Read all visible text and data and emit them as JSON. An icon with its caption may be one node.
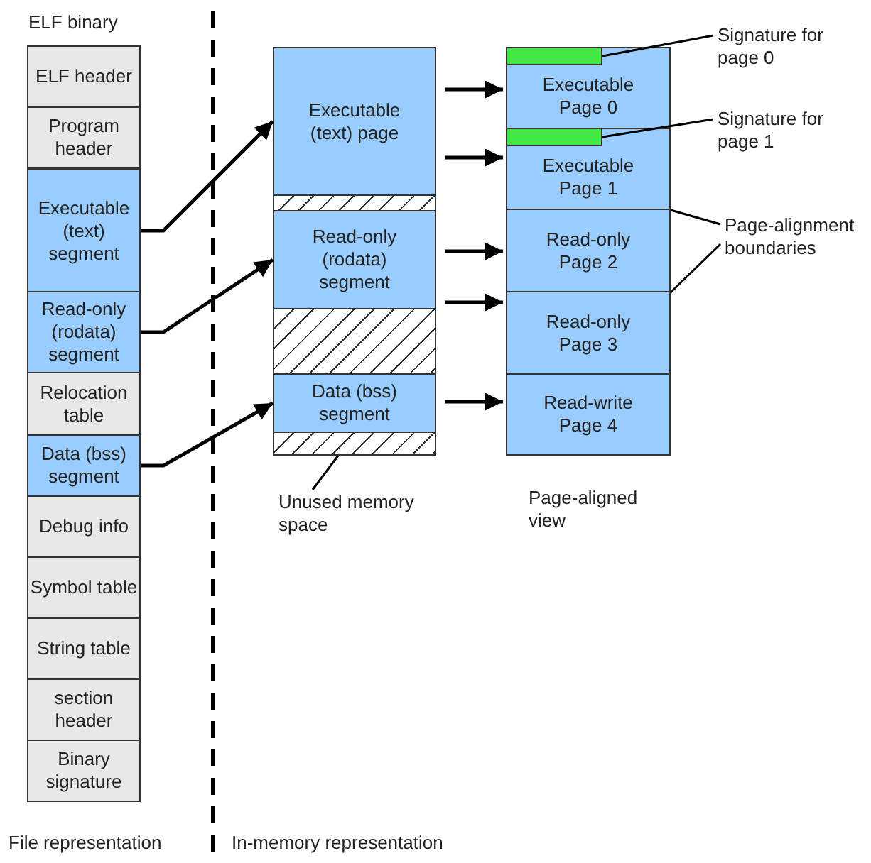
{
  "diagram": {
    "nodes": [
      {
        "text": [
          "ELF header"
        ]
      },
      {
        "text": [
          "Program header"
        ]
      },
      {
        "text": [
          "Executable (text) segment"
        ]
      },
      {
        "text": [
          "Read-only (rodata) segment"
        ]
      },
      {
        "text": [
          "Relocation table"
        ]
      },
      {
        "text": [
          "Data (bss) segment"
        ]
      },
      {
        "text": [
          "Debug info"
        ]
      },
      {
        "text": [
          "Symbol table"
        ]
      },
      {
        "text": [
          "String table"
        ]
      },
      {
        "text": [
          "section header"
        ]
      },
      {
        "text": [
          "Binary signature"
        ]
      },
      {
        "text": [
          "Executable (text) page"
        ]
      },
      {
        "text": [],
        "shape": "box"
      },
      {
        "text": [
          "Read-only (rodata) segment"
        ]
      },
      {
        "text": [],
        "shape": "box"
      },
      {
        "text": [
          "Data (bss) segment"
        ]
      },
      {
        "text": [],
        "shape": "box"
      },
      {
        "text": [
          "Executable Page 0"
        ]
      },
      {
        "text": [
          "Executable Page 1"
        ]
      },
      {
        "text": [
          "Read-only Page 2"
        ]
      },
      {
        "text": [
          "Read-only Page 3"
        ]
      },
      {
        "text": [
          "Read-write Page 4"
        ]
      },
      {
        "text": [],
        "shape": "bar",
        "in": 17
      },
      {
        "text": [],
        "shape": "bar",
        "in": 18
      },
      {
        "text": [
          "Signature for page 0"
        ]
      },
      {
        "text": [
          "Signature for page 1"
        ]
      },
      {
        "text": [
          "Page-alignment boundaries"
        ]
      },
      {
        "text": [
          "Unused memory space"
        ]
      }
    ],
    "edges": [
      {
        "from": 2,
        "to": 11,
        "arrow": "to"
      },
      {
        "from": 3,
        "to": 13,
        "arrow": "to"
      },
      {
        "from": 5,
        "to": 15,
        "arrow": "to"
      },
      {
        "from": 11,
        "to": 17,
        "arrow": "to"
      },
      {
        "from": 11,
        "to": 18,
        "arrow": "to"
      },
      {
        "from": 13,
        "to": 19,
        "arrow": "to"
      },
      {
        "from": 13,
        "to": 20,
        "arrow": "to"
      },
      {
        "from": 15,
        "to": 21,
        "arrow": "to"
      },
      {
        "from": 24,
        "to": 22,
        "arrow": "none"
      },
      {
        "from": 25,
        "to": 23,
        "arrow": "none"
      },
      {
        "from": 26,
        "to": 18,
        "arrow": "none"
      },
      {
        "from": 26,
        "to": 19,
        "arrow": "none"
      },
      {
        "from": 27,
        "to": 16,
        "arrow": "none"
      }
    ],
    "labels": [
      "ELF binary",
      "Page-aligned view",
      "File representation",
      "In-memory representation"
    ]
  }
}
